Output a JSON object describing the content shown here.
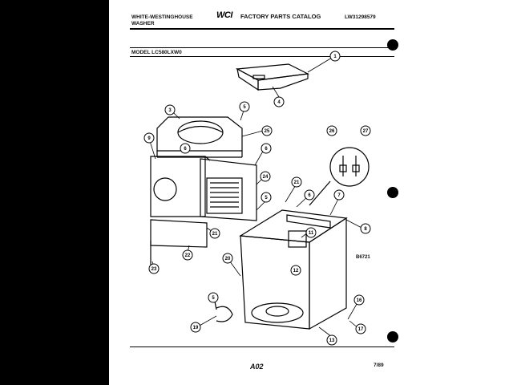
{
  "header": {
    "manufacturer_line1": "WHITE-WESTINGHOUSE",
    "manufacturer_line2": "WASHER",
    "logo": "WCI",
    "catalog_title": "FACTORY PARTS CATALOG",
    "document_number": "LW31298579"
  },
  "model_label": "MODEL LC580LXW0",
  "picture_code": "B6721",
  "footer": {
    "page_number": "A02",
    "date": "7/89"
  },
  "callouts": [
    "1",
    "4",
    "3",
    "5",
    "25",
    "6",
    "9",
    "6",
    "24",
    "5",
    "21",
    "6",
    "7",
    "8",
    "26",
    "27",
    "11",
    "12",
    "20",
    "21",
    "22",
    "23",
    "5",
    "19",
    "13",
    "16",
    "17"
  ]
}
